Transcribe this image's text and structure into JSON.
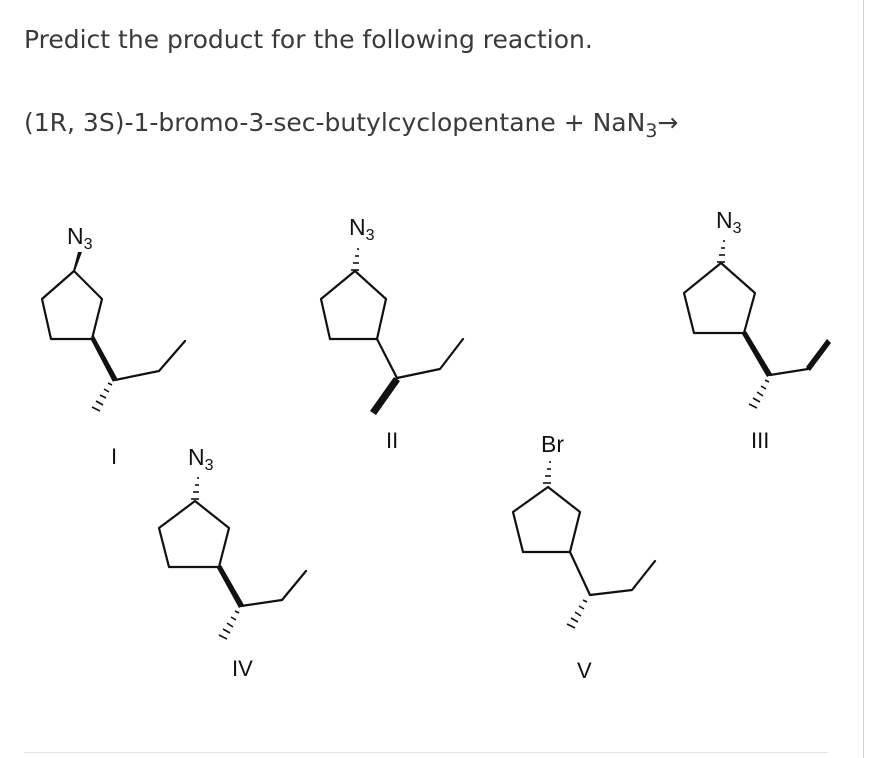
{
  "question": {
    "text": "Predict the product for the following reaction."
  },
  "reaction": {
    "reactant_prefix": "(1R, 3S)-1-bromo-3-sec-butylcyclopentane + NaN",
    "reactant_subscript": "3",
    "arrow": "→"
  },
  "structures": [
    {
      "label": "I",
      "substituent": "N",
      "substituent_subscript": "3"
    },
    {
      "label": "II",
      "substituent": "N",
      "substituent_subscript": "3"
    },
    {
      "label": "III",
      "substituent": "N",
      "substituent_subscript": "3"
    },
    {
      "label": "IV",
      "substituent": "N",
      "substituent_subscript": "3"
    },
    {
      "label": "V",
      "substituent": "Br",
      "substituent_subscript": ""
    }
  ]
}
